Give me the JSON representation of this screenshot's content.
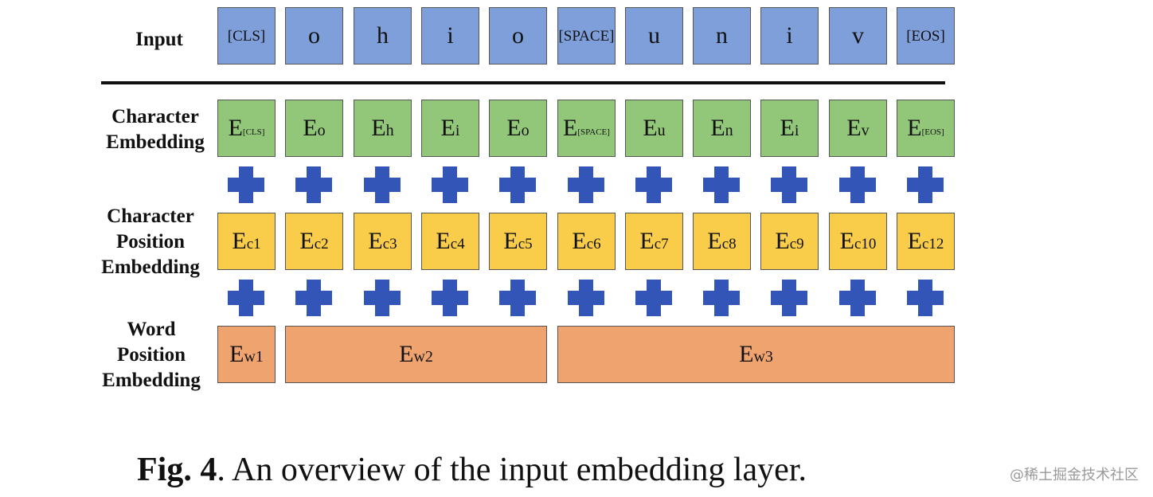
{
  "row_labels": {
    "input": "Input",
    "character_embedding": "Character\nEmbedding",
    "character_position_embedding": "Character\nPosition\nEmbedding",
    "word_position_embedding": "Word\nPosition\nEmbedding"
  },
  "input_tokens": [
    "[CLS]",
    "o",
    "h",
    "i",
    "o",
    "[SPACE]",
    "u",
    "n",
    "i",
    "v",
    "[EOS]"
  ],
  "character_embeddings": [
    {
      "base": "E",
      "sub": "[CLS]"
    },
    {
      "base": "E",
      "sub": "o"
    },
    {
      "base": "E",
      "sub": "h"
    },
    {
      "base": "E",
      "sub": "i"
    },
    {
      "base": "E",
      "sub": "o"
    },
    {
      "base": "E",
      "sub": "[SPACE]"
    },
    {
      "base": "E",
      "sub": "u"
    },
    {
      "base": "E",
      "sub": "n"
    },
    {
      "base": "E",
      "sub": "i"
    },
    {
      "base": "E",
      "sub": "v"
    },
    {
      "base": "E",
      "sub": "[EOS]"
    }
  ],
  "character_position_embeddings": [
    {
      "base": "E",
      "sub": "c1"
    },
    {
      "base": "E",
      "sub": "c2"
    },
    {
      "base": "E",
      "sub": "c3"
    },
    {
      "base": "E",
      "sub": "c4"
    },
    {
      "base": "E",
      "sub": "c5"
    },
    {
      "base": "E",
      "sub": "c6"
    },
    {
      "base": "E",
      "sub": "c7"
    },
    {
      "base": "E",
      "sub": "c8"
    },
    {
      "base": "E",
      "sub": "c9"
    },
    {
      "base": "E",
      "sub": "c10"
    },
    {
      "base": "E",
      "sub": "c12"
    }
  ],
  "word_position_embeddings": [
    {
      "base": "E",
      "sub": "w1",
      "span": 1
    },
    {
      "base": "E",
      "sub": "w2",
      "span": 4
    },
    {
      "base": "E",
      "sub": "w3",
      "span": 6
    }
  ],
  "caption": {
    "label": "Fig. 4",
    "text": ". An overview of the input embedding layer."
  },
  "watermark": "@稀土掘金技术社区",
  "colors": {
    "input": "#7f9fdb",
    "character_embedding": "#92c77a",
    "character_position_embedding": "#f9cd4a",
    "word_position_embedding": "#efa46f",
    "plus": "#3355b8"
  },
  "icons": {
    "operator": "plus-icon"
  }
}
